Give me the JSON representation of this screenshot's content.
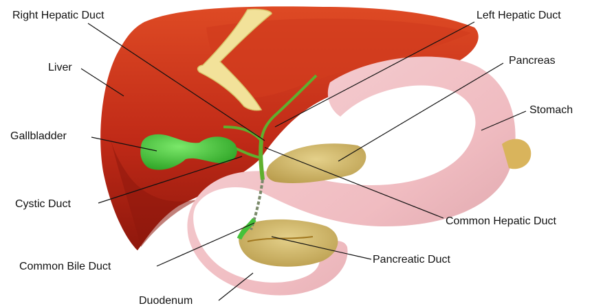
{
  "labels": {
    "right_hepatic_duct": "Right Hepatic Duct",
    "left_hepatic_duct": "Left Hepatic Duct",
    "liver": "Liver",
    "pancreas": "Pancreas",
    "stomach": "Stomach",
    "gallbladder": "Gallbladder",
    "cystic_duct": "Cystic Duct",
    "common_hepatic_duct": "Common Hepatic Duct",
    "common_bile_duct": "Common Bile Duct",
    "pancreatic_duct": "Pancreatic Duct",
    "duodenum": "Duodenum"
  },
  "colors": {
    "liver": "#c8301a",
    "liver_shadow": "#9a1b0e",
    "liver_highlight": "#e0502a",
    "ligament": "#f0e090",
    "gallbladder": "#44c23a",
    "stomach": "#f2c2c6",
    "stomach_shadow": "#d79aa0",
    "pancreas": "#d8c070",
    "pancreas_shadow": "#bfa253",
    "bile_duct": "#5fb02e",
    "leader_line": "#111111"
  }
}
